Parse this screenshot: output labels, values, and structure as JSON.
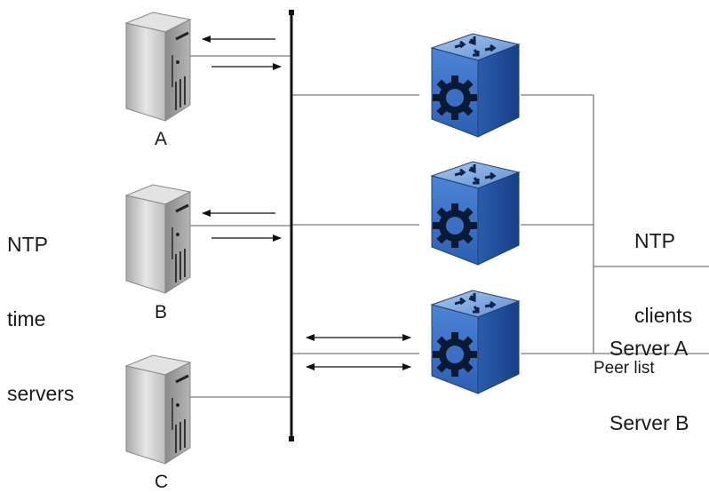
{
  "servers": [
    {
      "id": "A",
      "label": "A"
    },
    {
      "id": "B",
      "label": "B"
    },
    {
      "id": "C",
      "label": "C"
    }
  ],
  "time_servers_label": {
    "line1": "NTP",
    "line2": "time",
    "line3": "servers"
  },
  "clients_label": {
    "line1": "NTP",
    "line2": "clients"
  },
  "peer_servers": {
    "line1": "Server A",
    "line2": "Server B"
  },
  "peer_list_label": "Peer list",
  "colors": {
    "line": "#777777",
    "bus": "#111111",
    "router_top": "#7fa6d6",
    "router_front": "#3a6cc0",
    "router_side": "#1f4a93",
    "server_body": "#c9c9c9",
    "server_side": "#9a9a9a"
  },
  "icons": [
    "server-icon",
    "router-icon"
  ]
}
